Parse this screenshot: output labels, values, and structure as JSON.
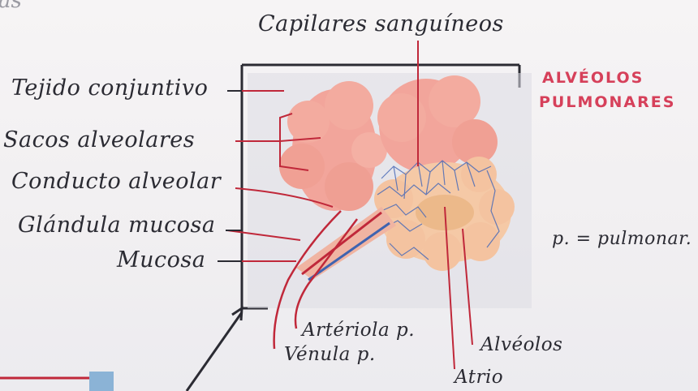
{
  "corner_fragment": "as",
  "title_top": "Capilares sanguíneos",
  "header_right": {
    "line1": "ALVÉOLOS",
    "line2": "PULMONARES"
  },
  "legend_note": "p. = pulmonar.",
  "left_labels": [
    "Tejido conjuntivo",
    "Sacos alveolares",
    "Conducto alveolar",
    "Glándula mucosa",
    "Mucosa"
  ],
  "bottom_labels": {
    "arteriola": "Artériola p.",
    "venula": "Vénula p.",
    "alveolos": "Alvéolos",
    "atrio": "Atrio"
  },
  "colors": {
    "ink": "#2b2b33",
    "red_line": "#c0283a",
    "alveolus_pink": "#f2a59b",
    "alveolus_shade": "#e98f86",
    "peach": "#f5c9a6",
    "capillary_blue": "#3f63b0",
    "title_red": "#d6405a"
  }
}
